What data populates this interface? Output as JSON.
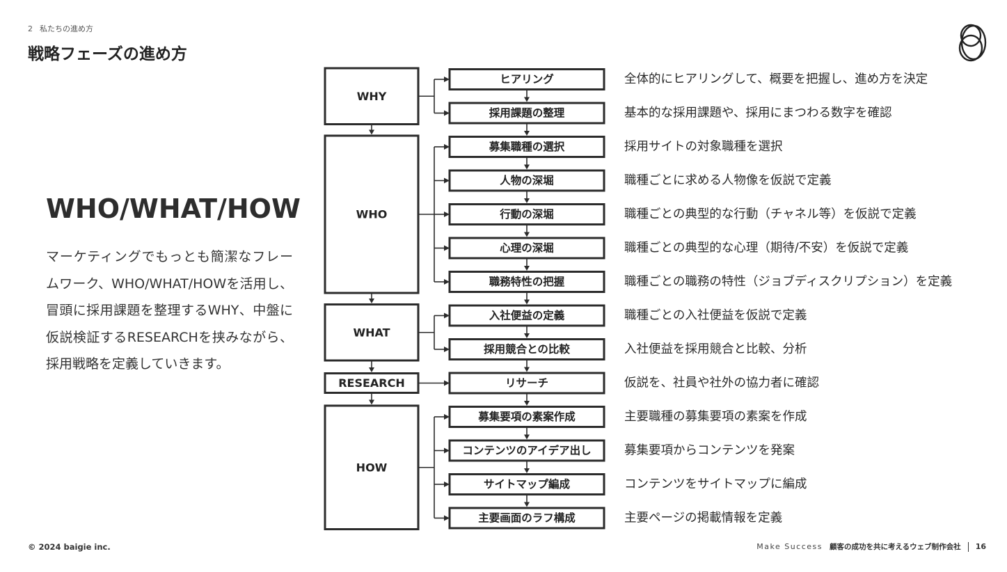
{
  "header": {
    "section_number": "2",
    "section_title": "私たちの進め方",
    "page_title": "戦略フェーズの進め方"
  },
  "hero": {
    "title": "WHO/WHAT/HOW",
    "body": "マーケティングでもっとも簡潔なフレームワーク、WHO/WHAT/HOWを活用し、冒頭に採用課題を整理するWHY、中盤に仮説検証するRESEARCHを挟みながら、採用戦略を定義していきます。"
  },
  "flow": {
    "phases": [
      {
        "label": "WHY",
        "steps": [
          {
            "label": "ヒアリング",
            "desc": "全体的にヒアリングして、概要を把握し、進め方を決定"
          },
          {
            "label": "採用課題の整理",
            "desc": "基本的な採用課題や、採用にまつわる数字を確認"
          }
        ]
      },
      {
        "label": "WHO",
        "steps": [
          {
            "label": "募集職種の選択",
            "desc": "採用サイトの対象職種を選択"
          },
          {
            "label": "人物の深堀",
            "desc": "職種ごとに求める人物像を仮説で定義"
          },
          {
            "label": "行動の深堀",
            "desc": "職種ごとの典型的な行動（チャネル等）を仮説で定義"
          },
          {
            "label": "心理の深堀",
            "desc": "職種ごとの典型的な心理（期待/不安）を仮説で定義"
          },
          {
            "label": "職務特性の把握",
            "desc": "職種ごとの職務の特性（ジョブディスクリプション）を定義"
          }
        ]
      },
      {
        "label": "WHAT",
        "steps": [
          {
            "label": "入社便益の定義",
            "desc": "職種ごとの入社便益を仮説で定義"
          },
          {
            "label": "採用競合との比較",
            "desc": "入社便益を採用競合と比較、分析"
          }
        ]
      },
      {
        "label": "RESEARCH",
        "steps": [
          {
            "label": "リサーチ",
            "desc": "仮説を、社員や社外の協力者に確認"
          }
        ]
      },
      {
        "label": "HOW",
        "steps": [
          {
            "label": "募集要項の素案作成",
            "desc": "主要職種の募集要項の素案を作成"
          },
          {
            "label": "コンテンツのアイデア出し",
            "desc": "募集要項からコンテンツを発案"
          },
          {
            "label": "サイトマップ編成",
            "desc": "コンテンツをサイトマップに編成"
          },
          {
            "label": "主要画面のラフ構成",
            "desc": "主要ページの掲載情報を定義"
          }
        ]
      }
    ]
  },
  "footer": {
    "copyright": "© 2024 baigie inc.",
    "slogan": "Make Success",
    "tagline": "顧客の成功を共に考えるウェブ制作会社",
    "page_number": "16"
  }
}
